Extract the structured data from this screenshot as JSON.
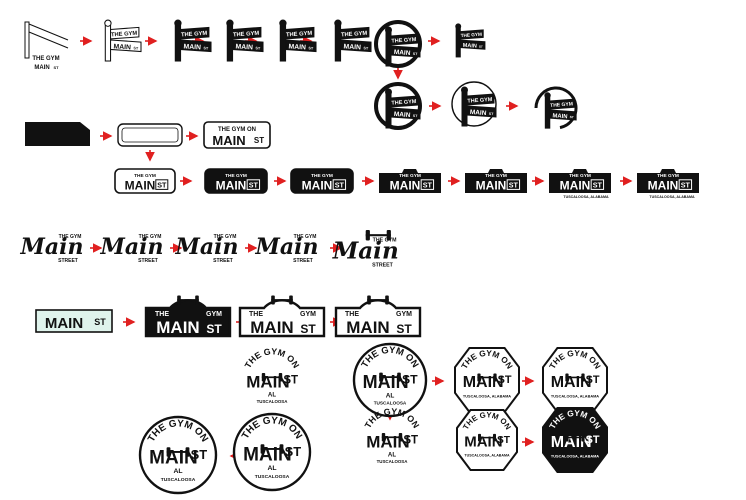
{
  "colors": {
    "ink": "#111111",
    "arrow": "#e02020",
    "paper": "#ffffff",
    "mint": "#dff3ec"
  },
  "text": {
    "the_gym": "THE GYM",
    "the_gym_on": "THE GYM ON",
    "main": "MAIN",
    "st": "ST",
    "main_st": "MAIN ST",
    "main_script": "Main",
    "street": "STREET",
    "al": "AL",
    "tuscaloosa": "TUSCALOOSA",
    "tuscaloosa_alabama": "TUSCALOOSA, ALABAMA"
  },
  "icons": [
    "street-sign-icon",
    "circle-badge-icon",
    "plaque-icon",
    "dumbbell-icon",
    "shield-badge-icon",
    "arrow-right-icon",
    "arrow-down-icon"
  ]
}
